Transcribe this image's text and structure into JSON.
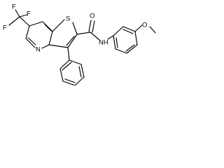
{
  "structure": {
    "atom_labels": {
      "trifluoromethyl": "F",
      "trifluoromethyl_group": "F",
      "fluorine_3": "F",
      "thiophene_sulfur": "S",
      "carbonyl_oxygen": "O",
      "pyridine_nitrogen": "N",
      "amide_nitrogen": "NH",
      "methoxy_oxygen": "O"
    }
  }
}
